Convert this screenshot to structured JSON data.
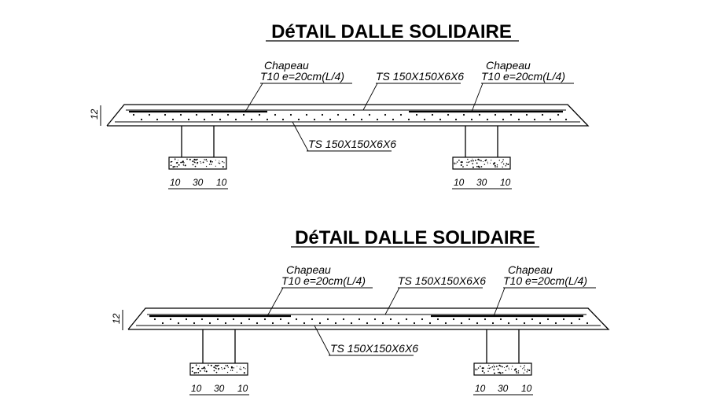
{
  "colors": {
    "line": "#000000",
    "background": "#ffffff"
  },
  "details": [
    {
      "title": "DéTAIL DALLE SOLIDAIRE",
      "chapeau_left": {
        "name": "Chapeau",
        "spec": "T10 e=20cm(L/4)"
      },
      "chapeau_right": {
        "name": "Chapeau",
        "spec": "T10 e=20cm(L/4)"
      },
      "mesh_top": "TS 150X150X6X6",
      "mesh_bottom": "TS 150X150X6X6",
      "thickness": "12",
      "beam_left_dims": [
        "10",
        "30",
        "10"
      ],
      "beam_right_dims": [
        "10",
        "30",
        "10"
      ]
    },
    {
      "title": "DéTAIL DALLE SOLIDAIRE",
      "chapeau_left": {
        "name": "Chapeau",
        "spec": "T10 e=20cm(L/4)"
      },
      "chapeau_right": {
        "name": "Chapeau",
        "spec": "T10 e=20cm(L/4)"
      },
      "mesh_top": "TS 150X150X6X6",
      "mesh_bottom": "TS 150X150X6X6",
      "thickness": "12",
      "beam_left_dims": [
        "10",
        "30",
        "10"
      ],
      "beam_right_dims": [
        "10",
        "30",
        "10"
      ]
    }
  ]
}
